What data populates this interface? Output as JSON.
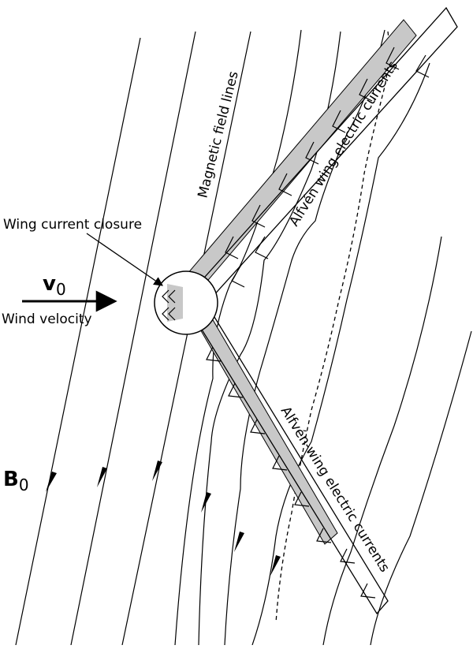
{
  "labels": {
    "closure": "Wing current closure",
    "velocity_symbol": "v",
    "velocity_sub": "0",
    "velocity_caption": "Wind velocity",
    "field_symbol": "B",
    "field_sub": "0",
    "field_lines": "Magnetic field lines",
    "upper_wing": "Alfvén wing electric currents",
    "lower_wing": "Alfvén-wing electric currents"
  },
  "colors": {
    "line": "#000000",
    "wing_fill": "#c8c8c8",
    "background": "#ffffff"
  }
}
